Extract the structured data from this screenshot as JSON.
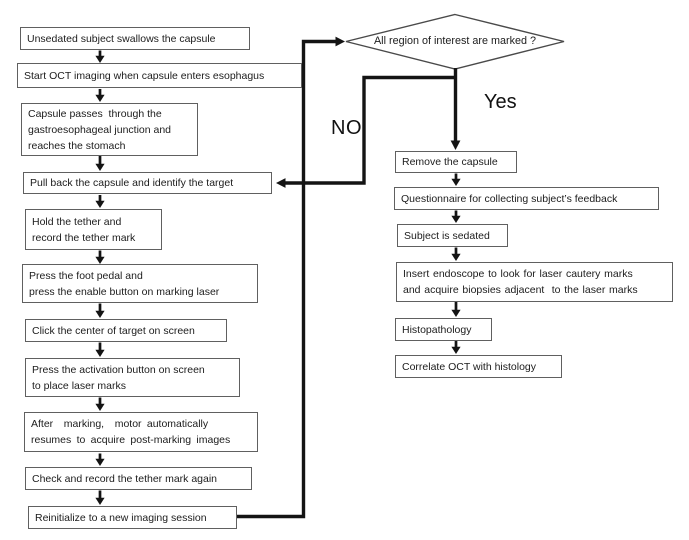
{
  "flowchart": {
    "decision": {
      "label": "All region of interest are marked ?"
    },
    "branch_labels": {
      "no": "NO",
      "yes": "Yes"
    },
    "left_steps": [
      {
        "name": "swallow-capsule",
        "lines": [
          "Unsedated subject swallows the capsule"
        ]
      },
      {
        "name": "start-oct-imaging",
        "lines": [
          "Start OCT imaging when capsule enters esophagus"
        ]
      },
      {
        "name": "capsule-passes-gej",
        "lines": [
          "Capsule passes  through the",
          "gastroesophageal junction and",
          "reaches the stomach"
        ]
      },
      {
        "name": "pull-back-capsule",
        "lines": [
          "Pull back the capsule and identify the target"
        ]
      },
      {
        "name": "hold-tether",
        "lines": [
          "Hold the tether and",
          "record the tether mark"
        ]
      },
      {
        "name": "press-foot-pedal",
        "lines": [
          "Press the foot pedal and",
          "press the enable button on marking laser"
        ]
      },
      {
        "name": "click-target-center",
        "lines": [
          "Click the center of target on screen"
        ]
      },
      {
        "name": "press-activation-button",
        "lines": [
          "Press the activation button on screen",
          "to place laser marks"
        ]
      },
      {
        "name": "post-marking-images",
        "lines": [
          "After  marking,  motor automatically",
          "resumes to acquire post-marking images"
        ]
      },
      {
        "name": "check-tether-mark",
        "lines": [
          "Check and record the tether mark again"
        ]
      },
      {
        "name": "reinitialize-session",
        "lines": [
          "Reinitialize to a new imaging session"
        ]
      }
    ],
    "right_steps": [
      {
        "name": "remove-capsule",
        "lines": [
          "Remove the capsule"
        ]
      },
      {
        "name": "questionnaire-feedback",
        "lines": [
          "Questionnaire for collecting subject’s feedback"
        ]
      },
      {
        "name": "subject-sedated",
        "lines": [
          "Subject is sedated"
        ]
      },
      {
        "name": "insert-endoscope-biopsies",
        "lines": [
          "Insert endoscope to look for laser cautery marks",
          "and acquire biopsies adjacent  to the laser marks"
        ]
      },
      {
        "name": "histopathology",
        "lines": [
          "Histopathology"
        ]
      },
      {
        "name": "correlate-oct-histology",
        "lines": [
          "Correlate OCT with histology"
        ]
      }
    ],
    "colors": {
      "line": "#141414",
      "box_border": "#606060",
      "text": "#1c1c1c",
      "background": "#ffffff"
    }
  }
}
